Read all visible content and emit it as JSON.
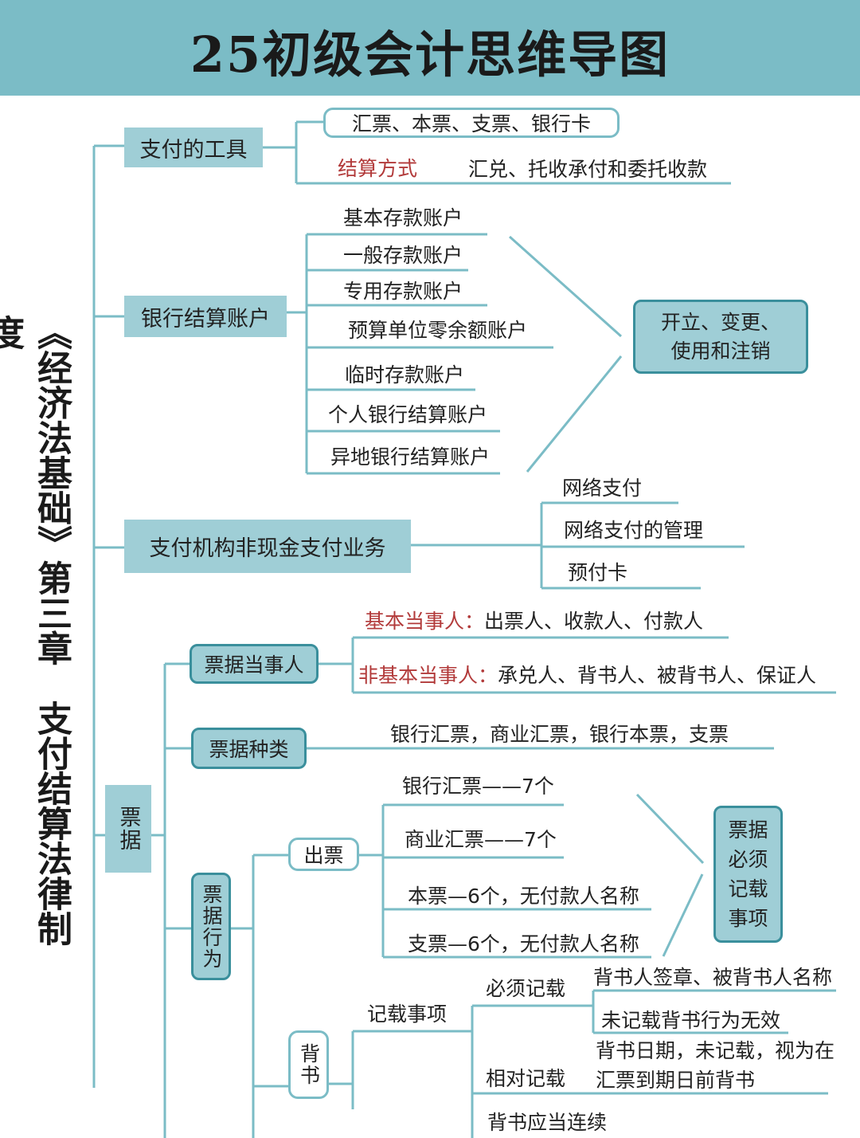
{
  "title": "25初级会计思维导图",
  "side_title": "《经济法基础》第三章　支付结算法律制度",
  "colors": {
    "header": "#7bbcc6",
    "box": "#9fced6",
    "line": "#7bbcc6",
    "accent_red": "#b23a3a"
  },
  "tools": {
    "label": "支付的工具",
    "instruments": "汇票、本票、支票、银行卡",
    "settlement_label": "结算方式",
    "settlement_value": "汇兑、托收承付和委托收款"
  },
  "accounts": {
    "label": "银行结算账户",
    "items": [
      "基本存款账户",
      "一般存款账户",
      "专用存款账户",
      "预算单位零余额账户",
      "临时存款账户",
      "个人银行结算账户",
      "异地银行结算账户"
    ],
    "result": "开立、变更、\n使用和注销"
  },
  "institution": {
    "label": "支付机构非现金支付业务",
    "items": [
      "网络支付",
      "网络支付的管理",
      "预付卡"
    ]
  },
  "bills": {
    "label": "票据",
    "parties": {
      "label": "票据当事人",
      "basic_label": "基本当事人：",
      "basic_value": "出票人、收款人、付款人",
      "nonbasic_label": "非基本当事人：",
      "nonbasic_value": "承兑人、背书人、被背书人、保证人"
    },
    "types": {
      "label": "票据种类",
      "value": "银行汇票，商业汇票，银行本票，支票"
    },
    "acts": {
      "label": "票据行为",
      "issue": {
        "label": "出票",
        "items": [
          "银行汇票——7个",
          "商业汇票——7个",
          "本票—6个，无付款人名称",
          "支票—6个，无付款人名称"
        ],
        "result": "票据必须记载事项"
      },
      "endorse": {
        "label": "背书",
        "record_label": "记载事项",
        "must_label": "必须记载",
        "must_items": [
          "背书人签章、被背书人名称",
          "未记载背书行为无效"
        ],
        "relative_label": "相对记载",
        "relative_line1": "背书日期，未记载，视为在",
        "relative_line2": "汇票到期日前背书",
        "continuous": "背书应当连续"
      }
    }
  }
}
